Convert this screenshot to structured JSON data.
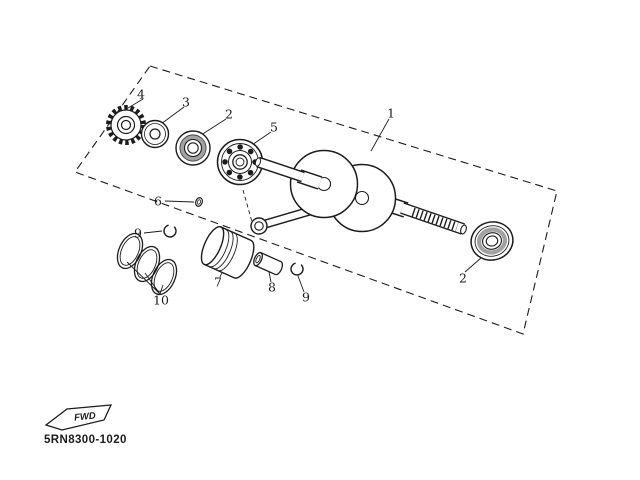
{
  "page": {
    "paper": "#ffffff",
    "ink": "#1c1c1c",
    "shade": "#7a7a7a"
  },
  "diagram": {
    "callouts": {
      "crankshaft_assembly": "1",
      "bearing_left": "2",
      "washer": "3",
      "gear": "4",
      "big_bearing": "5",
      "dowel_pin": "6",
      "piston": "7",
      "piston_pin": "8",
      "clip_left": "9",
      "clip_right": "9",
      "bearing_right": "2",
      "piston_rings": "10"
    }
  },
  "footer": {
    "direction_label": "FWD",
    "catalog_code": "5RN8300-1020"
  }
}
